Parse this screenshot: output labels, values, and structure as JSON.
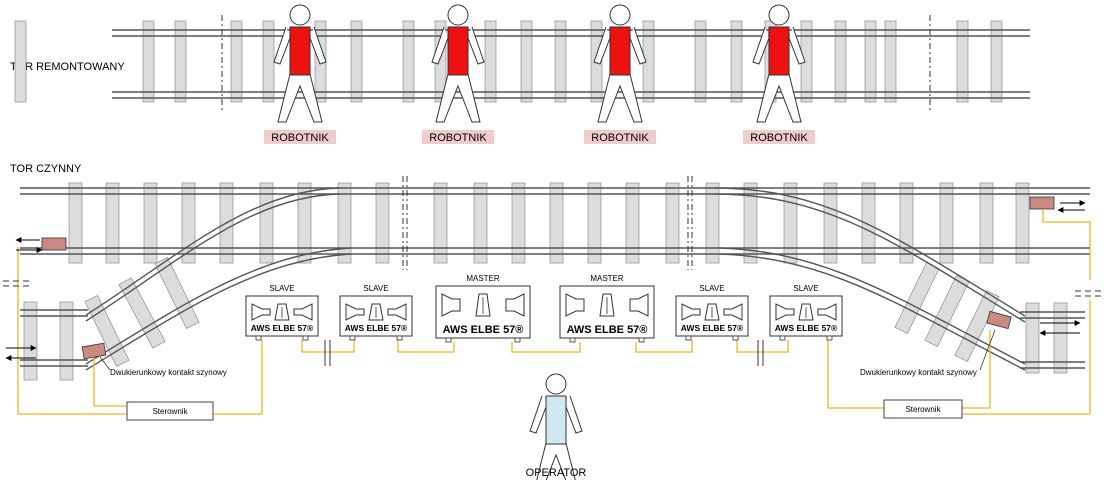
{
  "labels": {
    "repaired_track": "TOR REMONTOWANY",
    "active_track": "TOR CZYNNY",
    "worker": "ROBOTNIK",
    "operator": "OPERATOR",
    "slave": "SLAVE",
    "master": "MASTER",
    "device": "AWS ELBE 57®",
    "rail_contact": "Dwukierunkowy kontakt szynowy",
    "controller": "Sterownik"
  },
  "workers": [
    {
      "label": "ROBOTNIK"
    },
    {
      "label": "ROBOTNIK"
    },
    {
      "label": "ROBOTNIK"
    },
    {
      "label": "ROBOTNIK"
    }
  ],
  "devices": [
    {
      "role": "SLAVE",
      "name": "AWS ELBE 57®",
      "size": "small"
    },
    {
      "role": "SLAVE",
      "name": "AWS ELBE 57®",
      "size": "small"
    },
    {
      "role": "MASTER",
      "name": "AWS ELBE 57®",
      "size": "large"
    },
    {
      "role": "MASTER",
      "name": "AWS ELBE 57®",
      "size": "large"
    },
    {
      "role": "SLAVE",
      "name": "AWS ELBE 57®",
      "size": "small"
    },
    {
      "role": "SLAVE",
      "name": "AWS ELBE 57®",
      "size": "small"
    }
  ],
  "colors": {
    "sleeper": "#dcdcdc",
    "rail": "#555555",
    "cable": "#f2b51d",
    "worker_vest": "#ee1111",
    "operator_vest": "#cfe8f4",
    "worker_label_bg": "#f0cccc",
    "rail_contact": "#c98a82"
  }
}
